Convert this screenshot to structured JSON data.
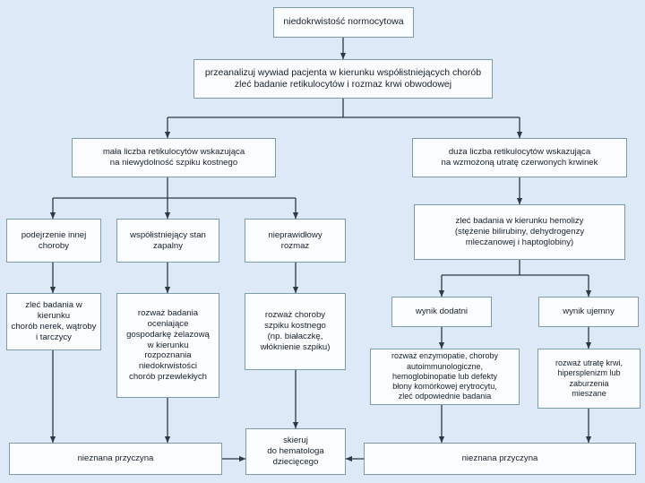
{
  "diagram": {
    "title": "Algorytm diagnostyczny: niedokrwistosc normocytowa",
    "background_color": "#dde9f6",
    "node_fill": "#fbfcfe",
    "node_border": "#7d9cab",
    "connector_color": "#2b3a45",
    "nodes": {
      "root": "niedokrwistość normocytowa",
      "workup": "przeanalizuj wywiad pacjenta w kierunku współistniejących chorób\nzleć badanie retikulocytów i rozmaz krwi obwodowej",
      "low_retic": "mała liczba retikulocytów wskazująca\nna niewydolność szpiku kostnego",
      "high_retic": "duża liczba retikulocytów wskazująca\nna wzmożoną utratę czerwonych krwinek",
      "other_disease": "podejrzenie innej\nchoroby",
      "inflammation": "współistniejący stan\nzapalny",
      "abnormal_smear": "nieprawidłowy\nrozmaz",
      "hemolysis_tests": "zleć badania w kierunku hemolizy\n(stężenie bilirubiny, dehydrogenzy\nmleczanowej i haptoglobiny)",
      "kidney_liver_thyroid": "zleć badania w kierunku\nchorób nerek, wątroby\ni tarczycy",
      "iron_studies": "rozważ badania\noceniające\ngospodarkę żelazową\nw kierunku\nrozpoznania\nniedokrwistości\nchorób przewlekłych",
      "marrow_disease": "rozważ choroby\nszpiku kostnego\n(np. białaczkę,\nwłóknienie szpiku)",
      "result_positive": "wynik dodatni",
      "result_negative": "wynik ujemny",
      "positive_followup": "rozważ enzymopatie, choroby\nautoimmunologiczne,\nhemoglobinopatie lub defekty\nbłony komórkowej erytrocytu,\nzleć odpowiednie badania",
      "negative_followup": "rozważ utratę krwi,\nhipersplenizm lub\nzaburzenia\nmieszane",
      "unknown_cause_left": "nieznana przyczyna",
      "unknown_cause_right": "nieznana przyczyna",
      "refer_hematologist": "skieruj\ndo hematologa\ndziecięcego"
    }
  }
}
